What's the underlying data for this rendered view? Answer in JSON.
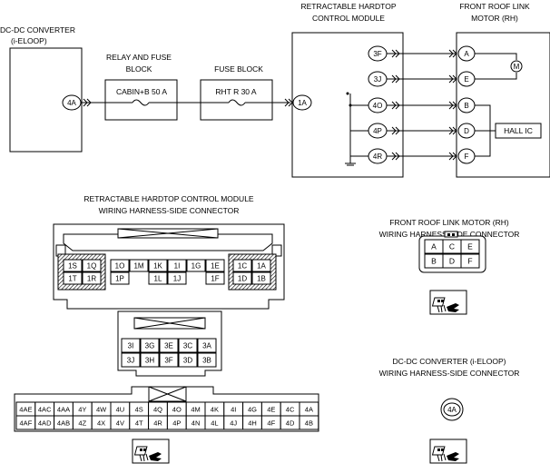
{
  "components": {
    "dcdc_title": [
      "DC-DC CONVERTER",
      "(i-ELOOP)"
    ],
    "relay_block_title": [
      "RELAY AND FUSE",
      "BLOCK"
    ],
    "fuse_block_title": [
      "FUSE BLOCK"
    ],
    "module_title": [
      "RETRACTABLE HARDTOP",
      "CONTROL MODULE"
    ],
    "motor_title": [
      "FRONT ROOF LINK",
      "MOTOR (RH)"
    ],
    "fuse_cabin": "CABIN+B 50 A",
    "fuse_rht": "RHT R 30 A",
    "hall_ic": "HALL IC",
    "motor_symbol": "M"
  },
  "terminals": {
    "dcdc": "4A",
    "module_in": "1A",
    "module_out": [
      "3F",
      "3J",
      "4O",
      "4P",
      "4R"
    ],
    "motor": [
      "A",
      "E",
      "B",
      "D",
      "F"
    ]
  },
  "connectors": {
    "module_title": [
      "RETRACTABLE HARDTOP CONTROL MODULE",
      "WIRING HARNESS-SIDE CONNECTOR"
    ],
    "motor_title": [
      "FRONT ROOF LINK MOTOR (RH)",
      "WIRING HARNESS-SIDE CONNECTOR"
    ],
    "dcdc_title": [
      "DC-DC CONVERTER (i-ELOOP)",
      "WIRING HARNESS-SIDE CONNECTOR"
    ],
    "module_top": {
      "left": [
        "1S",
        "1Q",
        "1T",
        "1R"
      ],
      "middle_row1": [
        "1O",
        "1M",
        "1K",
        "1I",
        "1G",
        "1E"
      ],
      "middle_row2": [
        "1P",
        "",
        "1L",
        "1J",
        "",
        "1F"
      ],
      "right": [
        "1C",
        "1A",
        "1D",
        "1B"
      ]
    },
    "module_mid": {
      "row1": [
        "3I",
        "3G",
        "3E",
        "3C",
        "3A"
      ],
      "row2": [
        "3J",
        "3H",
        "3F",
        "3D",
        "3B"
      ]
    },
    "module_bottom": {
      "row1": [
        "4AE",
        "4AC",
        "4AA",
        "4Y",
        "4W",
        "4U",
        "4S",
        "4Q",
        "4O",
        "4M",
        "4K",
        "4I",
        "4G",
        "4E",
        "4C",
        "4A"
      ],
      "row2": [
        "4AF",
        "4AD",
        "4AB",
        "4Z",
        "4X",
        "4V",
        "4T",
        "4R",
        "4P",
        "4N",
        "4L",
        "4J",
        "4H",
        "4F",
        "4D",
        "4B"
      ]
    },
    "motor_conn": {
      "row1": [
        "A",
        "C",
        "E"
      ],
      "row2": [
        "B",
        "D",
        "F"
      ]
    },
    "dcdc_conn": "4A"
  }
}
